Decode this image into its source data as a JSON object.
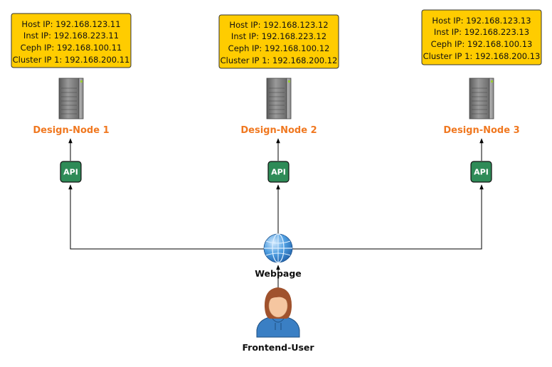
{
  "nodes": [
    {
      "label": "Design-Node 1",
      "host_ip": "Host IP: 192.168.123.11",
      "inst_ip": "Inst IP: 192.168.223.11",
      "ceph_ip": "Ceph IP: 192.168.100.11",
      "cluster_ip": "Cluster IP 1: 192.168.200.11",
      "api_label": "API"
    },
    {
      "label": "Design-Node 2",
      "host_ip": "Host IP: 192.168.123.12",
      "inst_ip": "Inst IP: 192.168.223.12",
      "ceph_ip": "Ceph IP: 192.168.100.12",
      "cluster_ip": "Cluster IP 1: 192.168.200.12",
      "api_label": "API"
    },
    {
      "label": "Design-Node 3",
      "host_ip": "Host IP: 192.168.123.13",
      "inst_ip": "Inst IP: 192.168.223.13",
      "ceph_ip": "Ceph IP: 192.168.100.13",
      "cluster_ip": "Cluster IP 1: 192.168.200.13",
      "api_label": "API"
    }
  ],
  "webpage": {
    "label": "Webpage",
    "icon": "globe-icon"
  },
  "user": {
    "label": "Frontend-User",
    "icon": "user-icon"
  },
  "server_icon": "server-icon",
  "colors": {
    "note": "#ffcc00",
    "node_label": "#f07820",
    "api": "#2e8b57",
    "user_shirt": "#3a7fc4",
    "user_hair": "#a0522d",
    "user_skin": "#f5c6a0",
    "globe": "#3d8fd6"
  }
}
